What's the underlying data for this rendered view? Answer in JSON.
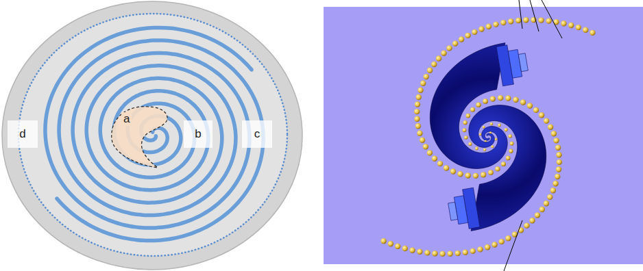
{
  "diagram": {
    "nodes": [
      {
        "text": [
          "a"
        ]
      }
    ],
    "labels": [
      "b",
      "c",
      "d"
    ]
  }
}
